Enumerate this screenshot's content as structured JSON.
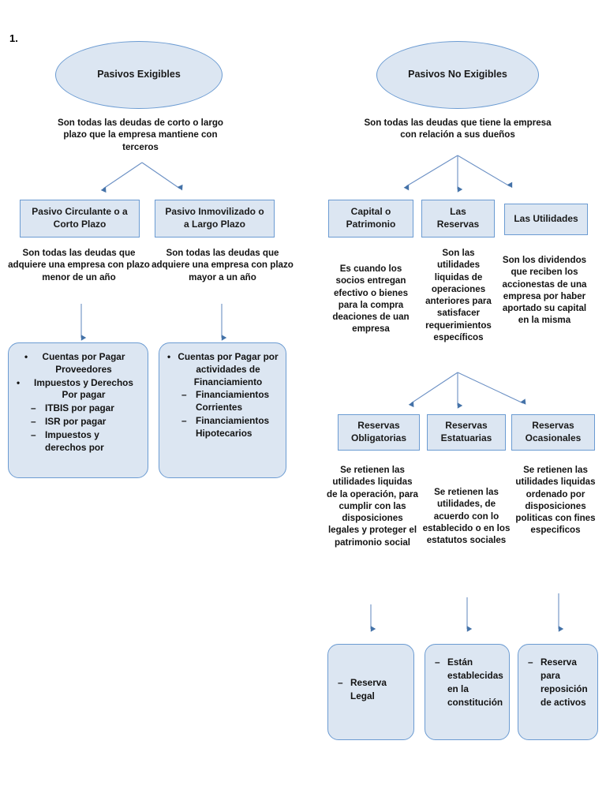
{
  "page": {
    "item_number": "1.",
    "accent_color": "#4472a8",
    "box_fill_color": "#dce6f2",
    "box_border_color": "#6b9bd2"
  },
  "left_branch": {
    "root": {
      "label": "Pasivos Exigibles",
      "caption": "Son todas las deudas de corto o largo plazo que la empresa mantiene con terceros"
    },
    "children": [
      {
        "title": "Pasivo Circulante o a\nCorto Plazo",
        "caption": "Son todas las deudas que adquiere una empresa con plazo menor de un año",
        "details": {
          "bullet1": "Cuentas por Pagar Proveedores",
          "bullet2": "Impuestos y Derechos Por pagar",
          "sub1": "ITBIS por pagar",
          "sub2": "ISR por pagar",
          "sub3": "Impuestos y derechos por"
        }
      },
      {
        "title": "Pasivo Inmovilizado o\na Largo Plazo",
        "caption": "Son todas las deudas que adquiere una empresa con plazo mayor a un año",
        "details": {
          "bullet1": "Cuentas por Pagar por actividades de Financiamiento",
          "sub1": "Financiamientos Corrientes",
          "sub2": "Financiamientos Hipotecarios"
        }
      }
    ]
  },
  "right_branch": {
    "root": {
      "label": "Pasivos No Exigibles",
      "caption": "Son todas las deudas que tiene la empresa con relación a sus dueños"
    },
    "children": [
      {
        "title": "Capital  o\nPatrimonio",
        "caption": "Es cuando los socios entregan efectivo o bienes para la compra deaciones de uan empresa"
      },
      {
        "title": "Las\nReservas",
        "caption": "Son las utilidades liquidas de operaciones anteriores para satisfacer requerimientos específicos"
      },
      {
        "title": "Las Utilidades",
        "caption": "Son los dividendos que reciben los accionestas de una empresa por haber aportado su capital en la misma"
      }
    ],
    "reserves": [
      {
        "title": "Reservas\nObligatorias",
        "caption": "Se retienen las utilidades liquidas de la operación, para cumplir con las disposiciones legales y proteger el patrimonio social",
        "outcome_dash": "Reserva",
        "outcome_rest": "Legal"
      },
      {
        "title": "Reservas\nEstatuarias",
        "caption": "Se retienen las utilidades, de acuerdo con lo establecido o en los estatutos sociales",
        "outcome_dash": "Están",
        "outcome_rest": "establecidas\nen la\nconstitución"
      },
      {
        "title": "Reservas\nOcasionales",
        "caption": "Se retienen las utilidades liquidas ordenado por disposiciones politicas con fines especificos",
        "outcome_dash": "Reserva",
        "outcome_rest": "para\nreposición\nde activos"
      }
    ]
  }
}
